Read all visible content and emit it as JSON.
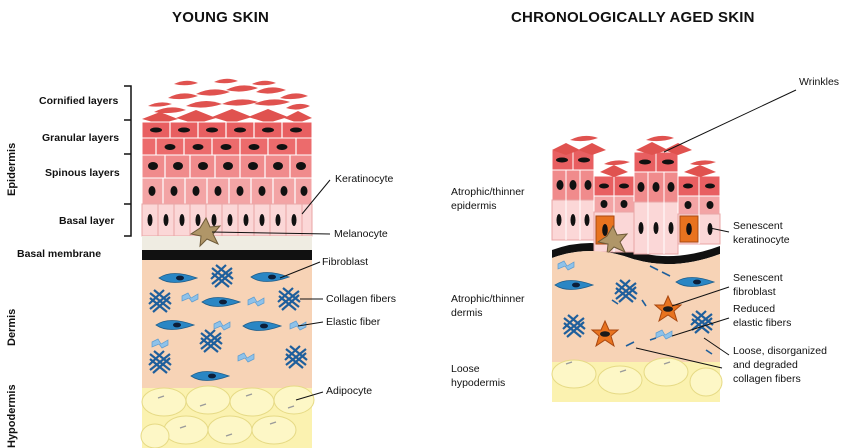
{
  "titles": {
    "young": "YOUNG SKIN",
    "aged": "CHRONOLOGICALLY AGED SKIN"
  },
  "young": {
    "side_labels": {
      "epidermis": "Epidermis",
      "dermis": "Dermis",
      "hypodermis": "Hypodermis"
    },
    "layers": {
      "cornified": "Cornified layers",
      "granular": "Granular layers",
      "spinous": "Spinous layers",
      "basal": "Basal layer",
      "basal_membrane": "Basal membrane"
    },
    "callouts": {
      "keratinocyte": "Keratinocyte",
      "melanocyte": "Melanocyte",
      "fibroblast": "Fibroblast",
      "collagen": "Collagen fibers",
      "elastic": "Elastic fiber",
      "adipocyte": "Adipocyte"
    }
  },
  "aged": {
    "left_labels": {
      "epidermis_line1": "Atrophic/thinner",
      "epidermis_line2": "epidermis",
      "dermis_line1": "Atrophic/thinner",
      "dermis_line2": "dermis",
      "hypodermis_line1": "Loose",
      "hypodermis_line2": "hypodermis"
    },
    "callouts": {
      "wrinkles": "Wrinkles",
      "senescent_keratinocyte_1": "Senescent",
      "senescent_keratinocyte_2": "keratinocyte",
      "senescent_fibroblast_1": "Senescent",
      "senescent_fibroblast_2": "fibroblast",
      "reduced_elastic_1": "Reduced",
      "reduced_elastic_2": "elastic fibers",
      "collagen_1": "Loose, disorganized",
      "collagen_2": "and degraded",
      "collagen_3": "collagen fibers"
    }
  },
  "colors": {
    "corneocyte": "#e0524f",
    "granular": "#ec6b6c",
    "spinous": "#f3a4a5",
    "basal": "#fbd7d7",
    "membrane": "#111111",
    "dermis": "#f7d3b6",
    "hypodermis": "#fbf2b0",
    "fibroblast": "#2a86c4",
    "collagen": "#1f5f9c",
    "elastic": "#8ec2ea",
    "melanocyte": "#b09668",
    "senescent": "#e8731f"
  }
}
